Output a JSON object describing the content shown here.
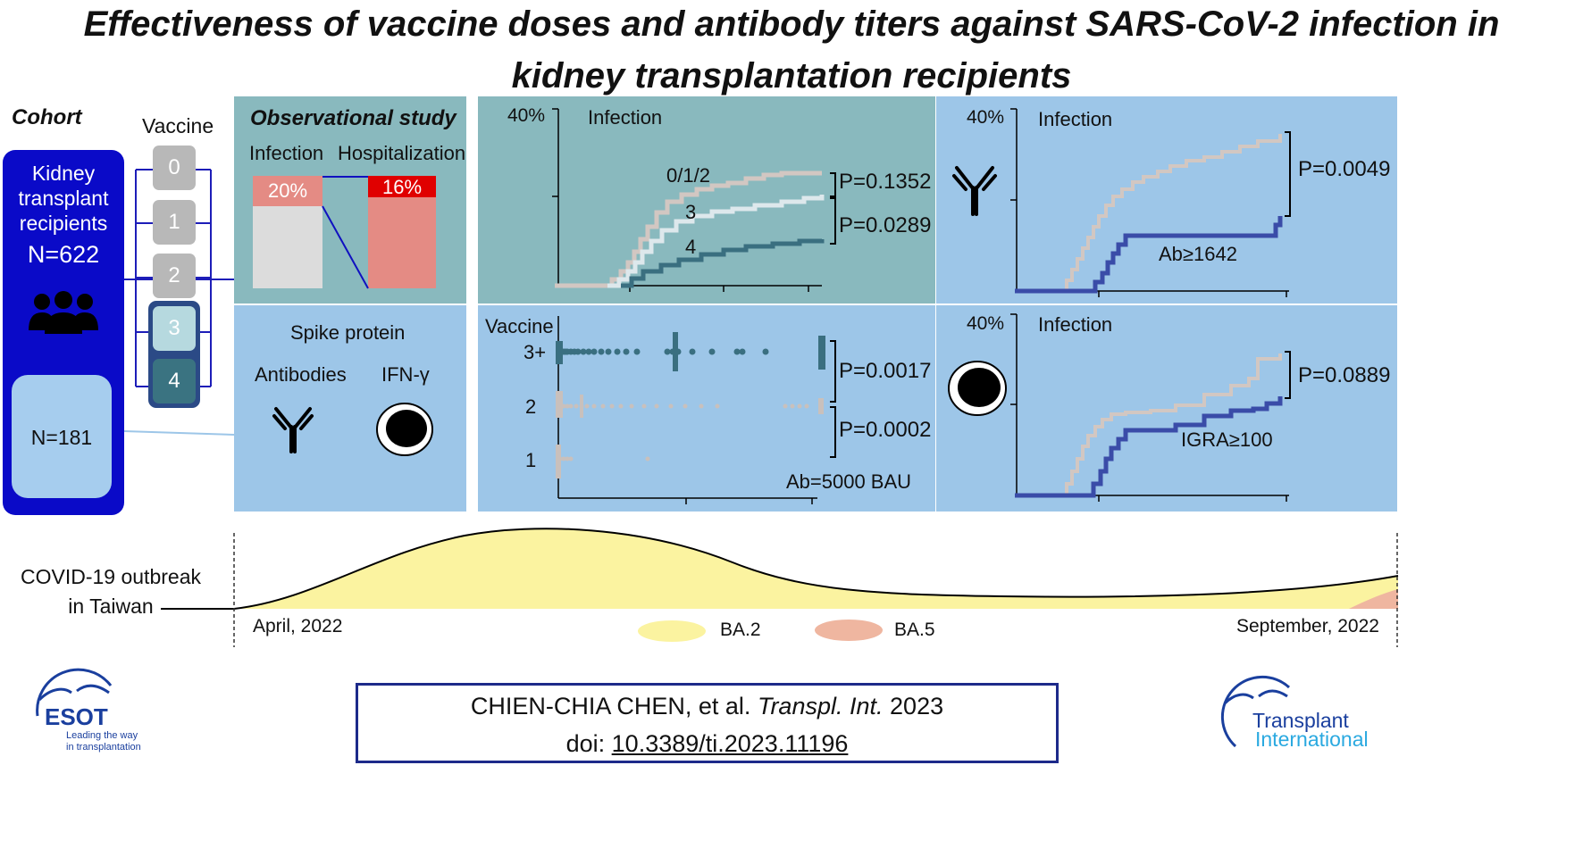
{
  "title_line1": "Effectiveness of vaccine doses and antibody titers against SARS-CoV-2 infection in",
  "title_line2": "kidney transplantation recipients",
  "cohort": {
    "label": "Cohort",
    "group_line1": "Kidney",
    "group_line2": "transplant",
    "group_line3": "recipients",
    "n_total": "N=622",
    "n_sub": "N=181",
    "people_icon": "people-group-icon"
  },
  "vaccine": {
    "label": "Vaccine",
    "doses": [
      "0",
      "1",
      "2",
      "3",
      "4"
    ]
  },
  "observational": {
    "title": "Observational study",
    "infection_label": "Infection",
    "hospitalization_label": "Hospitalization",
    "infection_pct": "20%",
    "hospitalization_pct": "16%",
    "infection_value": 20,
    "hospitalization_value": 16
  },
  "spike": {
    "title": "Spike protein",
    "antibodies_label": "Antibodies",
    "ifn_label": "IFN-γ",
    "antibody_icon": "antibody-icon",
    "cell_icon": "t-cell-icon"
  },
  "chart_data": [
    {
      "type": "line",
      "title": "Infection",
      "ymax_label": "40%",
      "series": [
        {
          "name": "0/1/2",
          "color": "#d2c7c2"
        },
        {
          "name": "3",
          "color": "#dde8ec"
        },
        {
          "name": "4",
          "color": "#3a6f80"
        }
      ],
      "p_values": [
        "P=0.1352",
        "P=0.0289"
      ]
    },
    {
      "type": "scatter",
      "ylabel": "Vaccine",
      "categories": [
        "3+",
        "2",
        "1"
      ],
      "annotation": "Ab=5000 BAU",
      "p_values": [
        "P=0.0017",
        "P=0.0002"
      ]
    },
    {
      "type": "line",
      "title": "Infection",
      "ymax_label": "40%",
      "series_label": "Ab≥1642",
      "p_values": [
        "P=0.0049"
      ]
    },
    {
      "type": "line",
      "title": "Infection",
      "ymax_label": "40%",
      "series_label": "IGRA≥100",
      "p_values": [
        "P=0.0889"
      ]
    }
  ],
  "outbreak": {
    "label_line1": "COVID-19 outbreak",
    "label_line2": "in Taiwan",
    "start": "April, 2022",
    "end": "September, 2022",
    "legend_ba2": "BA.2",
    "legend_ba5": "BA.5",
    "ba2_color": "#fbf3a0",
    "ba5_color": "#efb6a0"
  },
  "logos": {
    "esot": "ESOT",
    "esot_tag1": "Leading the way",
    "esot_tag2": "in transplantation",
    "ti_line1": "Transplant",
    "ti_line2": "International"
  },
  "citation": {
    "authors": "CHIEN-CHIA CHEN, et al.",
    "journal": "Transpl. Int.",
    "year": "2023",
    "doi_label": "doi:",
    "doi": "10.3389/ti.2023.11196"
  },
  "colors": {
    "navy": "#0a0ac8",
    "teal_panel": "#89b9be",
    "blue_panel": "#9dc6e8",
    "light_box": "#a6cdee"
  }
}
